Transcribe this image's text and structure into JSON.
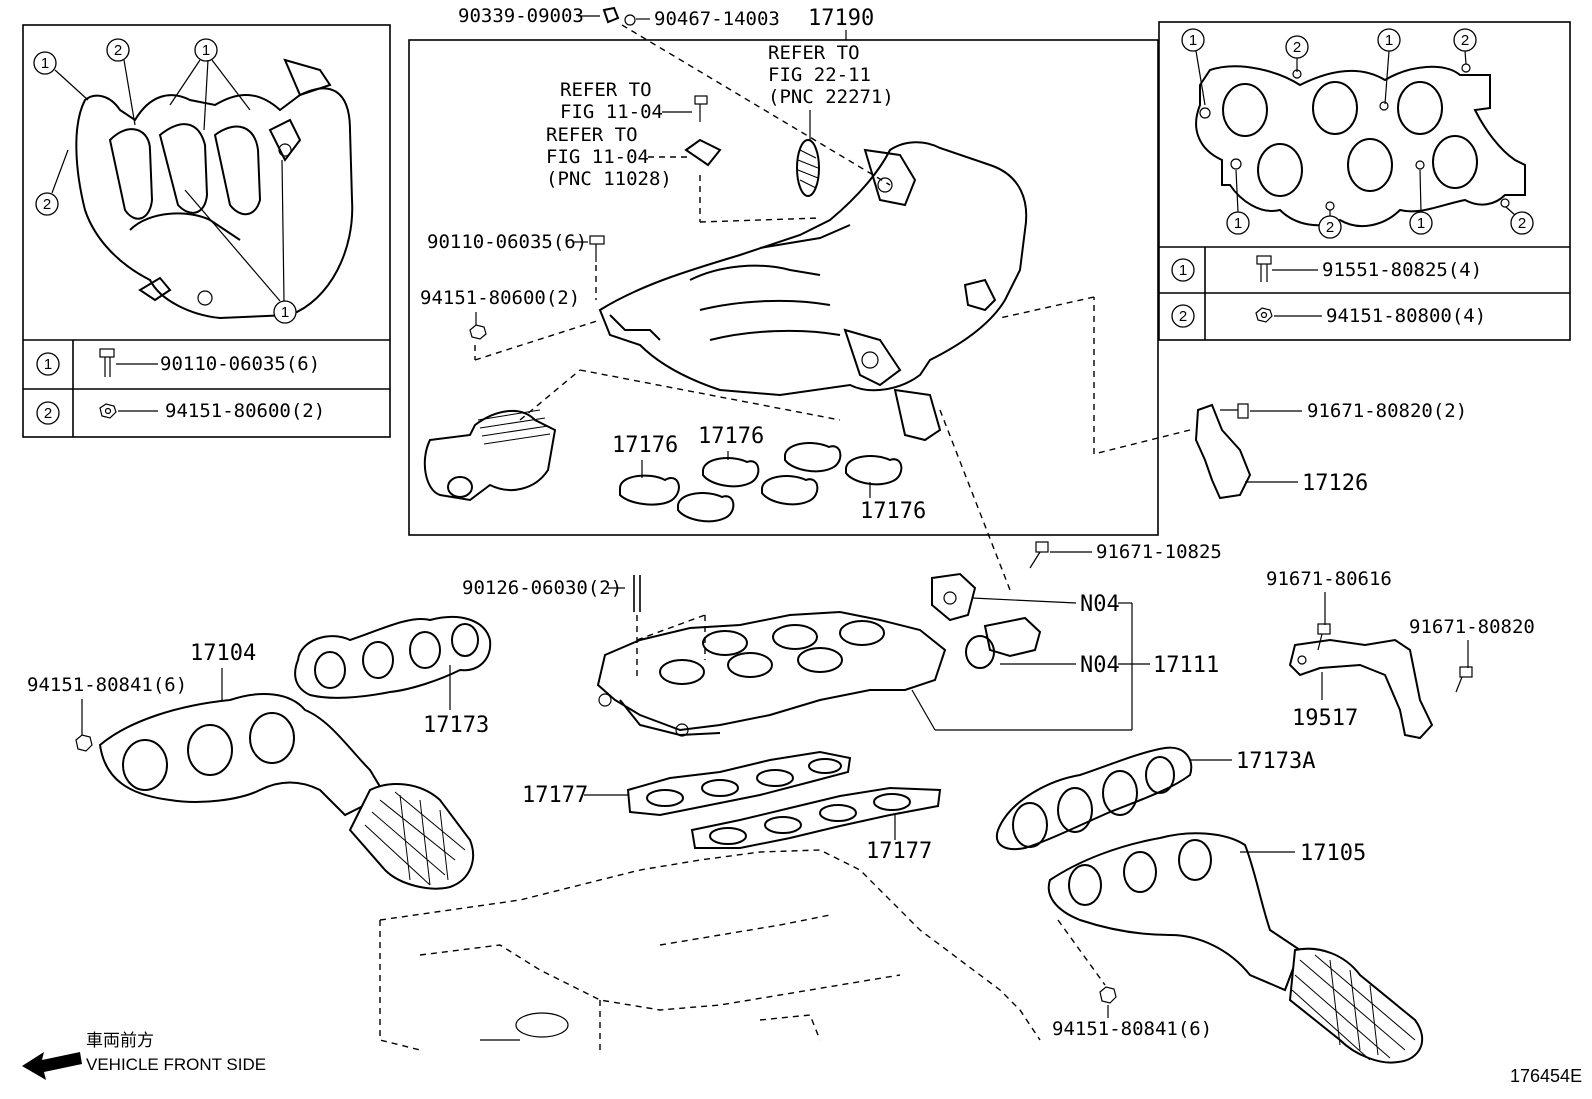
{
  "callouts": {
    "c_90339": "90339-09003",
    "c_90467": "90467-14003",
    "c_17190": "17190",
    "refer_fig22_line1": "REFER TO",
    "refer_fig22_line2": "FIG 22-11",
    "refer_fig22_line3": "(PNC 22271)",
    "refer_fig11a_line1": "REFER TO",
    "refer_fig11a_line2": "FIG 11-04",
    "refer_fig11b_line1": "REFER TO",
    "refer_fig11b_line2": "FIG 11-04",
    "refer_fig11b_line3": "(PNC 11028)",
    "c_90110": "90110-06035(6)",
    "c_94151_600": "94151-80600(2)",
    "c_17176_a": "17176",
    "c_17176_b": "17176",
    "c_17176_c": "17176",
    "c_91671_80820_2": "91671-80820(2)",
    "c_17126": "17126",
    "c_91671_10825": "91671-10825",
    "c_90126": "90126-06030(2)",
    "c_n04_a": "N04",
    "c_n04_b": "N04",
    "c_17111": "17111",
    "c_91671_80616": "91671-80616",
    "c_91671_80820": "91671-80820",
    "c_19517": "19517",
    "c_17104": "17104",
    "c_94151_80841_left": "94151-80841(6)",
    "c_17173": "17173",
    "c_17177_a": "17177",
    "c_17177_b": "17177",
    "c_17173a": "17173A",
    "c_17105": "17105",
    "c_94151_80841_right": "94151-80841(6)"
  },
  "left_inset": {
    "marker_1": "1",
    "marker_2": "2",
    "legend": [
      {
        "marker": "1",
        "part": "90110-06035(6)"
      },
      {
        "marker": "2",
        "part": "94151-80600(2)"
      }
    ]
  },
  "right_inset": {
    "marker_1": "1",
    "marker_2": "2",
    "legend": [
      {
        "marker": "1",
        "part": "91551-80825(4)"
      },
      {
        "marker": "2",
        "part": "94151-80800(4)"
      }
    ]
  },
  "direction": {
    "japanese": "車両前方",
    "english": "VEHICLE FRONT SIDE"
  },
  "figure_id": "176454E"
}
